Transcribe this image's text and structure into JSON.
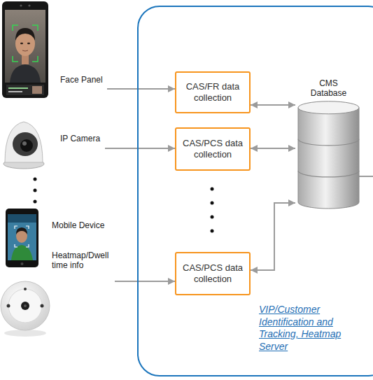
{
  "diagram": {
    "nodes": [
      {
        "text": [
          "VIP/Customer Identification and Tracking, Heatmap Server"
        ]
      },
      {
        "text": [
          "CAS/FR data collection"
        ],
        "in": 0
      },
      {
        "text": [
          "CAS/PCS data collection"
        ],
        "in": 0
      },
      {
        "text": [
          "CAS/PCS data collection"
        ],
        "in": 0
      },
      {
        "text": [
          "CMS Database"
        ],
        "in": 0
      },
      {
        "text": [
          "Face Panel"
        ]
      },
      {
        "text": [
          "IP Camera"
        ]
      },
      {
        "text": [
          "Mobile Device"
        ]
      },
      {
        "text": [
          "Heatmap/Dwell time info"
        ]
      }
    ],
    "edges": [
      {
        "from": 5,
        "to": 1,
        "arrow": "to"
      },
      {
        "from": 6,
        "to": 2,
        "arrow": "to"
      },
      {
        "from": 8,
        "to": 3,
        "arrow": "to"
      },
      {
        "from": 1,
        "to": 4,
        "arrow": "both"
      },
      {
        "from": 2,
        "to": 4,
        "arrow": "both"
      },
      {
        "from": 3,
        "to": 4,
        "arrow": "both"
      }
    ]
  }
}
